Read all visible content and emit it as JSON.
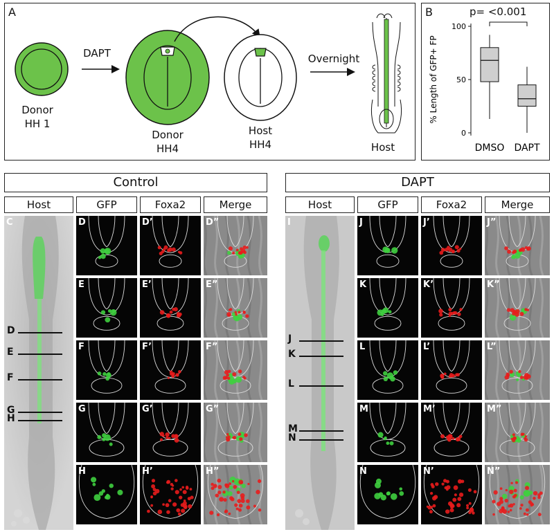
{
  "panel_a": {
    "letter": "A",
    "donor_hh1": [
      "Donor",
      "HH 1"
    ],
    "dapt_arrow": "DAPT",
    "donor_hh4": [
      "Donor",
      "HH4"
    ],
    "host_hh4": [
      "Host",
      "HH4"
    ],
    "overnight_arrow": "Overnight",
    "host_final": "Host"
  },
  "panel_b": {
    "letter": "B",
    "pvalue": "p= <0.001",
    "chart_data": {
      "type": "box",
      "ylabel": "% Length of GFP+ FP",
      "ylim": [
        0,
        100
      ],
      "yticks": [
        "0",
        "50",
        "100"
      ],
      "categories": [
        "DMSO",
        "DAPT"
      ],
      "boxes": [
        {
          "name": "DMSO",
          "min": 13,
          "q1": 48,
          "median": 68,
          "q3": 80,
          "max": 92
        },
        {
          "name": "DAPT",
          "min": 0,
          "q1": 25,
          "median": 32,
          "q3": 45,
          "max": 62
        }
      ]
    }
  },
  "control": {
    "group": "Control",
    "columns": [
      "Host",
      "GFP",
      "Foxa2",
      "Merge"
    ],
    "host_label": "C",
    "levels": [
      "D",
      "E",
      "F",
      "G",
      "H"
    ],
    "rows": [
      [
        "D",
        "D’",
        "D”"
      ],
      [
        "E",
        "E’",
        "E”"
      ],
      [
        "F",
        "F’",
        "F”"
      ],
      [
        "G",
        "G’",
        "G”"
      ],
      [
        "H",
        "H’",
        "H”"
      ]
    ]
  },
  "dapt": {
    "group": "DAPT",
    "columns": [
      "Host",
      "GFP",
      "Foxa2",
      "Merge"
    ],
    "host_label": "I",
    "levels": [
      "J",
      "K",
      "L",
      "M",
      "N"
    ],
    "rows": [
      [
        "J",
        "J’",
        "J”"
      ],
      [
        "K",
        "K’",
        "K”"
      ],
      [
        "L",
        "L’",
        "L”"
      ],
      [
        "M",
        "M’",
        "M”"
      ],
      [
        "N",
        "N’",
        "N”"
      ]
    ]
  },
  "colors": {
    "gfp": "#3fcf3f",
    "foxa2": "#e81c1c",
    "embryo_green": "#6cc24a",
    "box_fill": "#cfcfcf"
  }
}
